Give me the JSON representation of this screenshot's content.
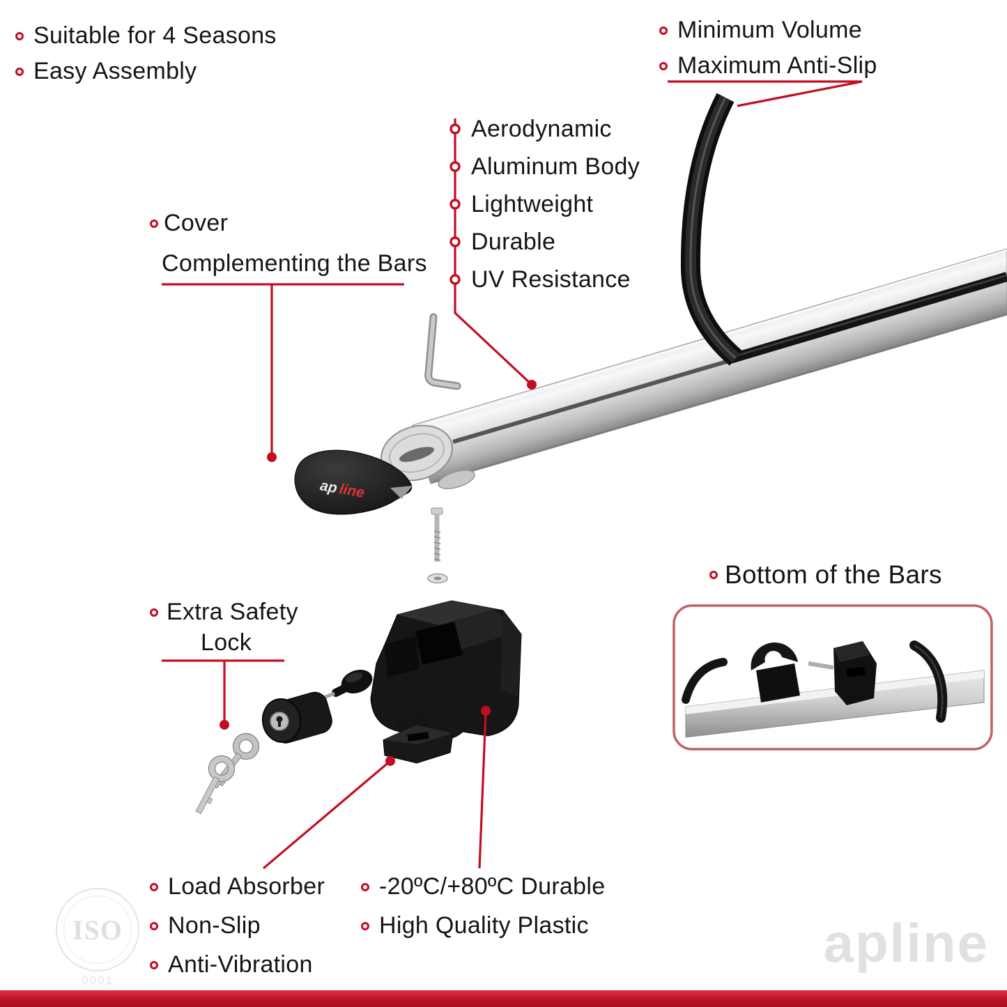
{
  "accent_color": "#c40d23",
  "features_top_left": {
    "items": [
      "Suitable for 4 Seasons",
      "Easy Assembly"
    ]
  },
  "features_top_right": {
    "items": [
      "Minimum Volume",
      "Maximum Anti-Slip"
    ]
  },
  "bar_features": {
    "items": [
      "Aerodynamic",
      "Aluminum Body",
      "Lightweight",
      "Durable",
      "UV Resistance"
    ]
  },
  "cover_label": {
    "line1": "Cover",
    "line2": "Complementing the Bars"
  },
  "safety_label": {
    "line1": "Extra Safety",
    "line2": "Lock"
  },
  "bottom_of_bars_label": "Bottom of the Bars",
  "features_bottom_left": {
    "items": [
      "Load Absorber",
      "Non-Slip",
      "Anti-Vibration"
    ]
  },
  "features_bottom_center": {
    "items": [
      "-20ºC/+80ºC Durable",
      "High Quality Plastic"
    ]
  },
  "cover_logo": {
    "prefix": "ap",
    "suffix": "line"
  },
  "watermarks": {
    "iso_title": "ISO",
    "iso_number": "9001",
    "brand": "apline"
  }
}
